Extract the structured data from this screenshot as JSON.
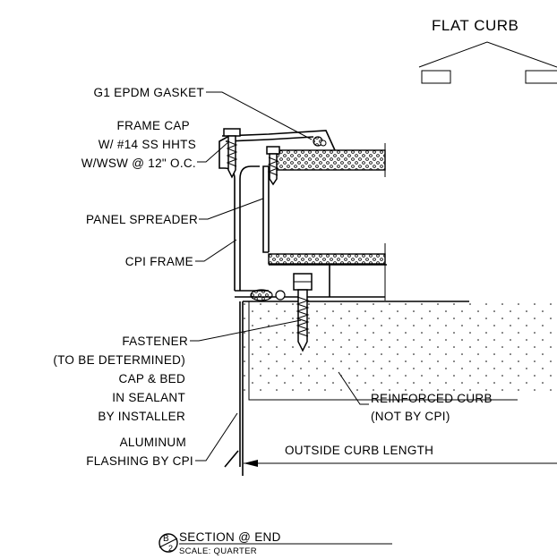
{
  "title": {
    "text": "FLAT CURB"
  },
  "callouts": {
    "gasket": "G1 EPDM GASKET",
    "frame_cap": [
      "FRAME CAP",
      "W/ #14 SS HHTS",
      "W/WSW @ 12\" O.C."
    ],
    "panel_spreader": "PANEL SPREADER",
    "cpi_frame": "CPI FRAME",
    "fastener": [
      "FASTENER",
      "(TO BE DETERMINED)",
      "CAP & BED",
      "IN SEALANT",
      "BY INSTALLER"
    ],
    "flashing": [
      "ALUMINUM",
      "FLASHING BY CPI"
    ],
    "reinforced_curb": [
      "REINFORCED CURB",
      "(NOT BY CPI)"
    ],
    "outside_curb_length": "OUTSIDE CURB LENGTH"
  },
  "section": {
    "marker": "B",
    "marker_sub": "2",
    "title": "SECTION @ END",
    "scale": "SCALE: QUARTER"
  },
  "colors": {
    "ink": "#000000",
    "background": "#ffffff"
  }
}
